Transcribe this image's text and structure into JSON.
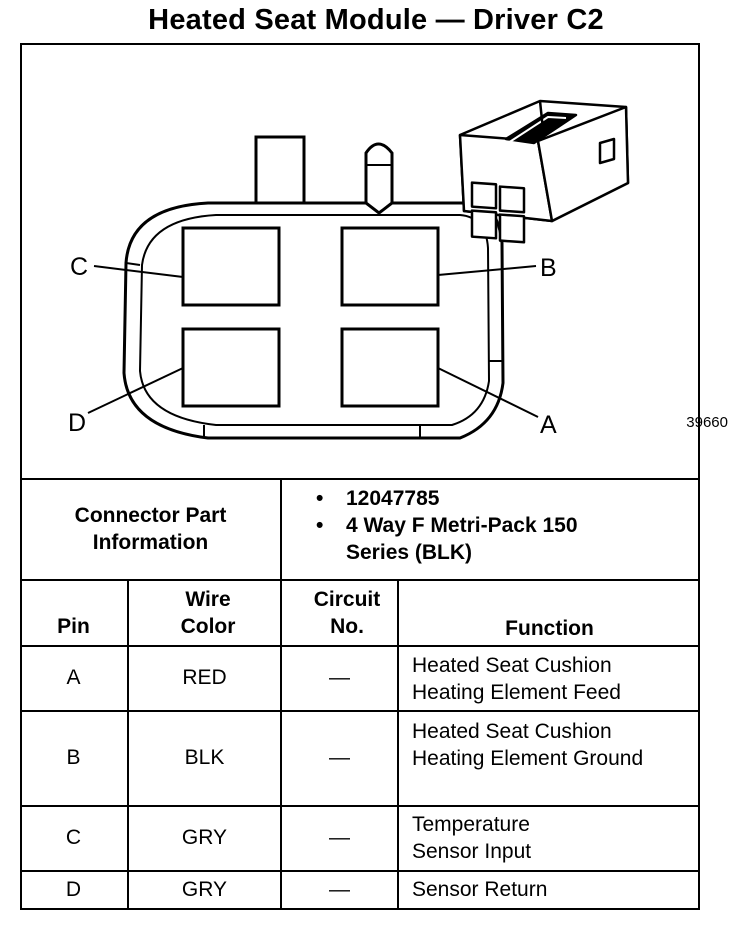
{
  "title": "Heated Seat Module — Driver C2",
  "figure_ref": "39660",
  "pin_labels": {
    "a": "A",
    "b": "B",
    "c": "C",
    "d": "D"
  },
  "connector_info": {
    "label": "Connector Part Information",
    "items": [
      "12047785",
      "4 Way F Metri-Pack 150 Series (BLK)"
    ]
  },
  "table": {
    "headers": {
      "pin": "Pin",
      "wire_color": "Wire Color",
      "circuit_no": "Circuit No.",
      "function": "Function"
    },
    "rows": [
      {
        "pin": "A",
        "wire_color": "RED",
        "circuit": "—",
        "function": "Heated Seat Cushion Heating Element Feed"
      },
      {
        "pin": "B",
        "wire_color": "BLK",
        "circuit": "—",
        "function": "Heated Seat Cushion Heating Element Ground"
      },
      {
        "pin": "C",
        "wire_color": "GRY",
        "circuit": "—",
        "function": "Temperature Sensor Input"
      },
      {
        "pin": "D",
        "wire_color": "GRY",
        "circuit": "—",
        "function": "Sensor Return"
      }
    ]
  }
}
